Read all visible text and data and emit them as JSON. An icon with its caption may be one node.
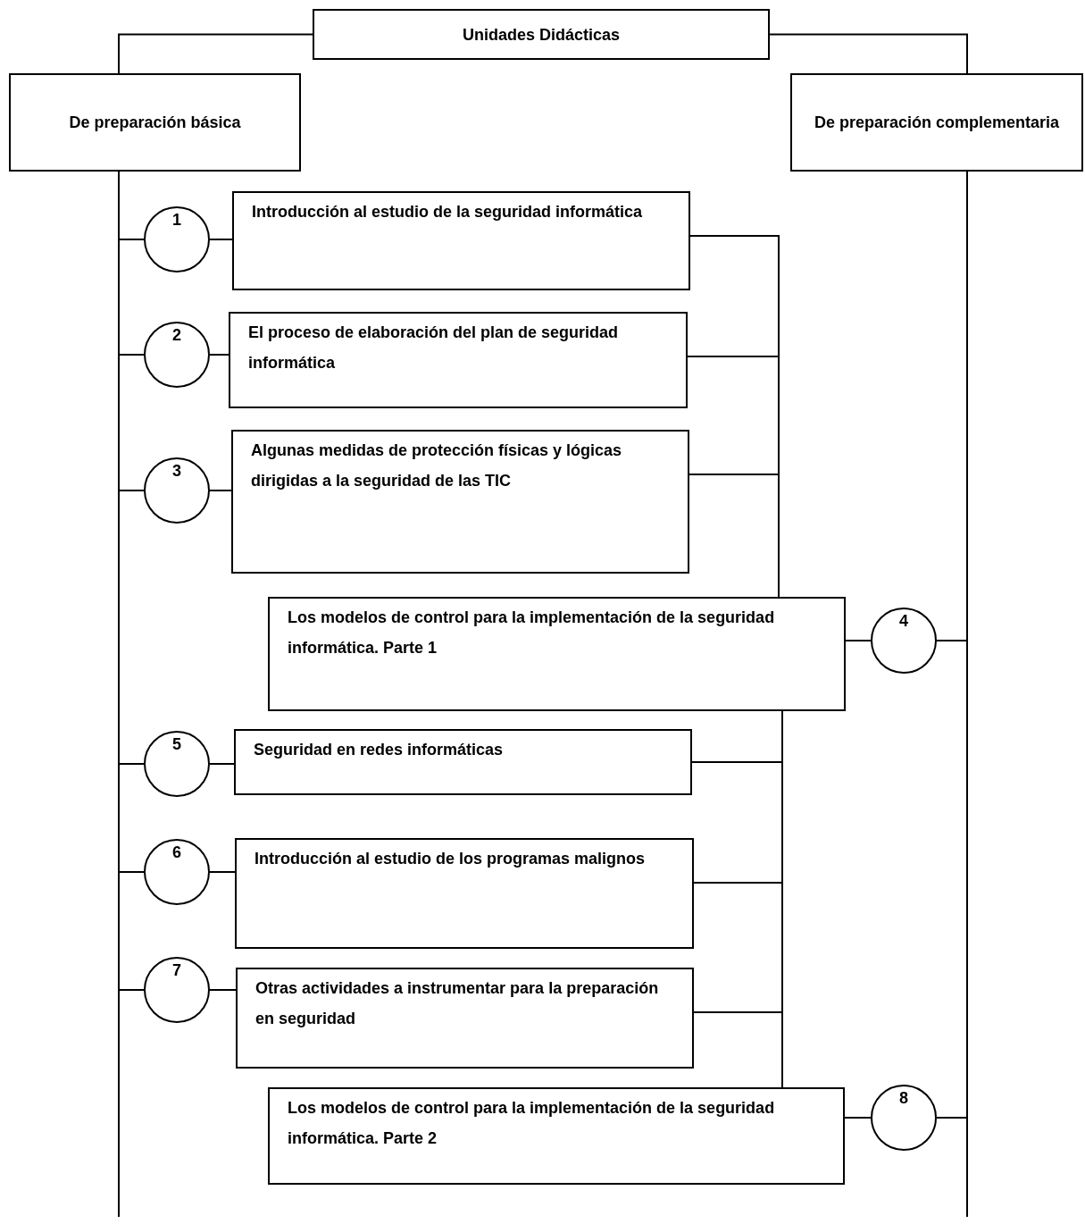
{
  "diagram": {
    "nodes": [
      {
        "text": [
          "Unidades Didácticas"
        ]
      },
      {
        "text": [
          "De preparación básica"
        ]
      },
      {
        "text": [
          "De preparación complementaria"
        ]
      },
      {
        "text": [
          "1"
        ]
      },
      {
        "text": [
          "Introducción al estudio de la seguridad informática"
        ]
      },
      {
        "text": [
          "2"
        ]
      },
      {
        "text": [
          "El proceso de elaboración del plan de seguridad informática"
        ]
      },
      {
        "text": [
          "3"
        ]
      },
      {
        "text": [
          "Algunas medidas de protección físicas y lógicas dirigidas a la seguridad de las TIC"
        ]
      },
      {
        "text": [
          "Los modelos de control para la implementación de la seguridad informática. Parte 1"
        ]
      },
      {
        "text": [
          "4"
        ]
      },
      {
        "text": [
          "5"
        ]
      },
      {
        "text": [
          "Seguridad en redes informáticas"
        ]
      },
      {
        "text": [
          "6"
        ]
      },
      {
        "text": [
          "Introducción al estudio de los programas malignos"
        ]
      },
      {
        "text": [
          "7"
        ]
      },
      {
        "text": [
          "Otras actividades a instrumentar para la preparación en seguridad"
        ]
      },
      {
        "text": [
          "Los modelos de control para la implementación de la seguridad informática. Parte 2"
        ]
      },
      {
        "text": [
          "8"
        ]
      }
    ],
    "edges": [
      {
        "from": 0,
        "to": 1,
        "arrow": "none"
      },
      {
        "from": 0,
        "to": 2,
        "arrow": "none"
      },
      {
        "from": 1,
        "to": 3,
        "arrow": "none"
      },
      {
        "from": 1,
        "to": 5,
        "arrow": "none"
      },
      {
        "from": 1,
        "to": 7,
        "arrow": "none"
      },
      {
        "from": 1,
        "to": 11,
        "arrow": "none"
      },
      {
        "from": 1,
        "to": 13,
        "arrow": "none"
      },
      {
        "from": 1,
        "to": 15,
        "arrow": "none"
      },
      {
        "from": 2,
        "to": 10,
        "arrow": "none"
      },
      {
        "from": 2,
        "to": 18,
        "arrow": "none"
      },
      {
        "from": 3,
        "to": 4,
        "arrow": "none"
      },
      {
        "from": 5,
        "to": 6,
        "arrow": "none"
      },
      {
        "from": 7,
        "to": 8,
        "arrow": "none"
      },
      {
        "from": 10,
        "to": 9,
        "arrow": "none"
      },
      {
        "from": 11,
        "to": 12,
        "arrow": "none"
      },
      {
        "from": 13,
        "to": 14,
        "arrow": "none"
      },
      {
        "from": 15,
        "to": 16,
        "arrow": "none"
      },
      {
        "from": 18,
        "to": 17,
        "arrow": "none"
      },
      {
        "from": 4,
        "to": 9,
        "arrow": "none"
      },
      {
        "from": 6,
        "to": 9,
        "arrow": "none"
      },
      {
        "from": 8,
        "to": 9,
        "arrow": "none"
      },
      {
        "from": 12,
        "to": 17,
        "arrow": "none"
      },
      {
        "from": 14,
        "to": 17,
        "arrow": "none"
      },
      {
        "from": 16,
        "to": 17,
        "arrow": "none"
      },
      {
        "from": 12,
        "to": 9,
        "arrow": "none"
      }
    ]
  }
}
